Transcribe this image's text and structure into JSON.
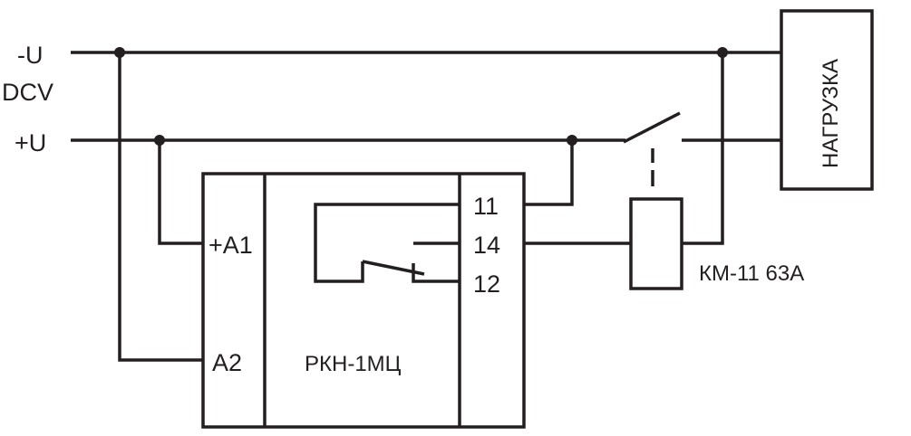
{
  "supply": {
    "neg_label": "-U",
    "type_label": "DCV",
    "pos_label": "+U"
  },
  "relay": {
    "name": "РКН-1МЦ",
    "terminal_a1": "+A1",
    "terminal_a2": "A2",
    "terminal_11": "11",
    "terminal_14": "14",
    "terminal_12": "12"
  },
  "contactor": {
    "name": "КМ-11 63А"
  },
  "load": {
    "label": "НАГРУЗКА"
  },
  "colors": {
    "line": "#231f20",
    "background": "#ffffff"
  }
}
